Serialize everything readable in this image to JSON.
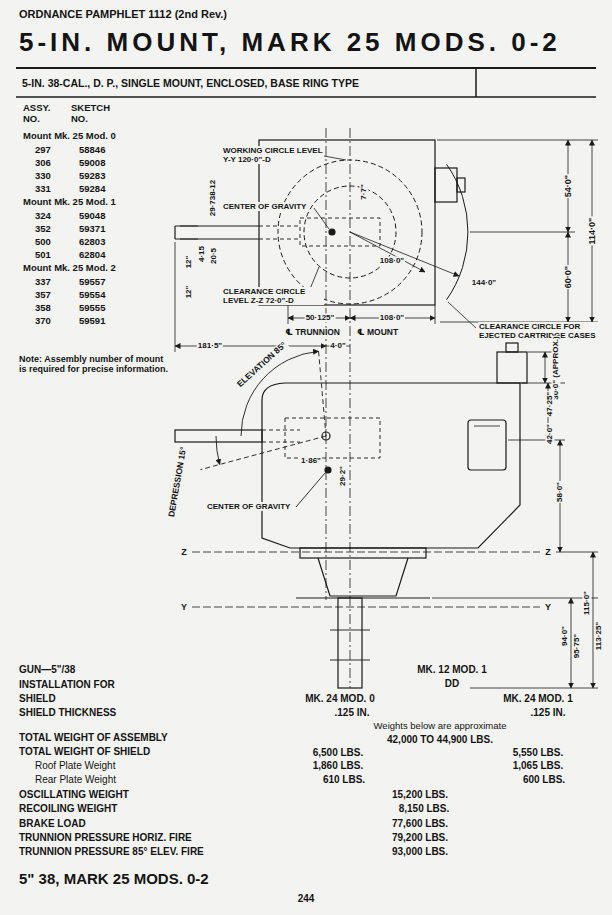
{
  "diagram": {
    "title": "5-IN. MOUNT, MARK 25 MODS. 0-2",
    "nodes": [
      {
        "text": [
          "5-IN. 38-CAL., D. P., SINGLE MOUNT, ENCLOSED, BASE RING TYPE"
        ]
      }
    ],
    "labels": [
      "ORDNANCE PAMPHLET 1112 (2nd Rev.)",
      "ASSY. NO.",
      "SKETCH NO.",
      "Mount Mk. 25 Mod. 0",
      "297",
      "58846",
      "306",
      "59008",
      "330",
      "59283",
      "331",
      "59284",
      "Mount Mk. 25 Mod. 1",
      "324",
      "59048",
      "352",
      "59371",
      "500",
      "62803",
      "501",
      "62804",
      "Mount Mk. 25 Mod. 2",
      "337",
      "59557",
      "357",
      "59554",
      "358",
      "59555",
      "370",
      "59591",
      "Note: Assembly number of mount is required for precise information.",
      "WORKING CIRCLE LEVEL Y-Y 120·0\"-D",
      "29·738-12",
      "CENTER OF GRAVITY",
      "7·7\"",
      "4·15",
      "20·5",
      "12\"",
      "12\"",
      "108·0\"",
      "144·0\"",
      "54·0\"",
      "114·0\"",
      "60·0\"",
      "CLEARANCE CIRCLE LEVEL Z-Z 72·0\"-D",
      "50·125\"",
      "108·0\"",
      "CLEARANCE CIRCLE FOR EJECTED CARTRIDGE CASES",
      "℄ TRUNNION",
      "℄ MOUNT",
      "181·5\"",
      "4·0\"",
      "ELEVATION 85°",
      "DEPRESSION 15°",
      "30·0\" (APPROX.)",
      "47·25\"",
      "42·0\"",
      "1·86\"",
      "29·2\"",
      "58·0\"",
      "CENTER OF GRAVITY",
      "Z",
      "Z",
      "Y",
      "Y",
      "115·0\"",
      "113·25\"",
      "94·0\"",
      "95·75\"",
      "GUN—5\"/38",
      "INSTALLATION FOR",
      "SHIELD",
      "SHIELD THICKNESS",
      "TOTAL WEIGHT OF ASSEMBLY",
      "TOTAL WEIGHT OF SHIELD",
      "Roof Plate Weight",
      "Rear Plate Weight",
      "OSCILLATING WEIGHT",
      "RECOILING WEIGHT",
      "BRAKE LOAD",
      "TRUNNION PRESSURE HORIZ. FIRE",
      "TRUNNION PRESSURE 85° ELEV. FIRE",
      "MK. 12 MOD. 1",
      "DD",
      "MK. 24 MOD. 0",
      "MK. 24 MOD. 1",
      ".125 IN.",
      ".125 IN.",
      "Weights below are approximate",
      "42,000 TO 44,900 LBS.",
      "6,500 LBS.",
      "5,550 LBS.",
      "1,860 LBS.",
      "1,065 LBS.",
      "610 LBS.",
      "600 LBS.",
      "15,200 LBS.",
      "8,150 LBS.",
      "77,600 LBS.",
      "79,200 LBS.",
      "93,000 LBS.",
      "5\" 38, MARK 25 MODS. 0-2",
      "244"
    ]
  }
}
